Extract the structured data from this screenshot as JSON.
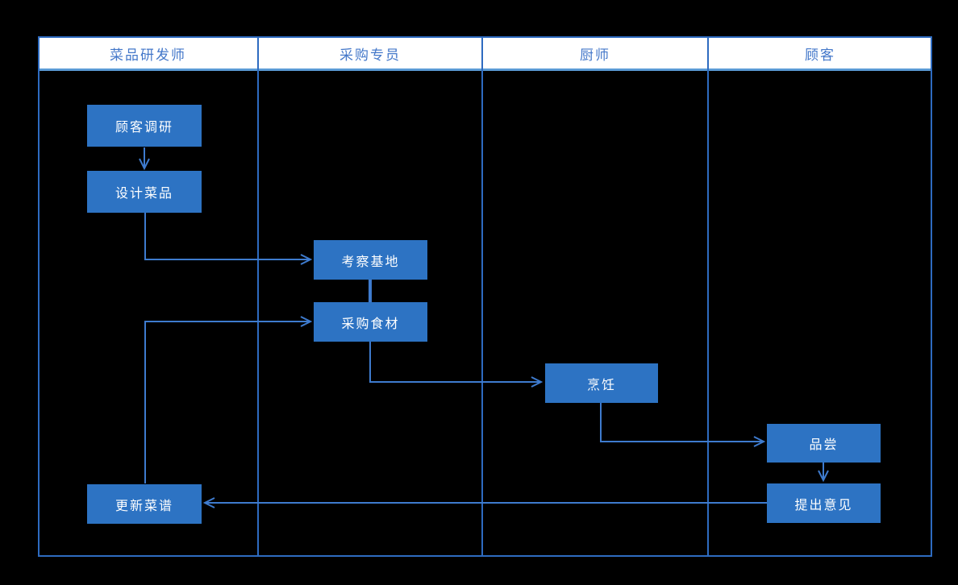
{
  "diagram": {
    "type": "swimlane-flowchart",
    "lanes": [
      {
        "label": "菜品研发师"
      },
      {
        "label": "采购专员"
      },
      {
        "label": "厨师"
      },
      {
        "label": "顾客"
      }
    ],
    "nodes": [
      {
        "id": "customer-research",
        "label": "顾客调研",
        "lane": "菜品研发师"
      },
      {
        "id": "design-dish",
        "label": "设计菜品",
        "lane": "菜品研发师"
      },
      {
        "id": "inspect-base",
        "label": "考察基地",
        "lane": "采购专员"
      },
      {
        "id": "purchase-food",
        "label": "采购食材",
        "lane": "采购专员"
      },
      {
        "id": "cooking",
        "label": "烹饪",
        "lane": "厨师"
      },
      {
        "id": "tasting",
        "label": "品尝",
        "lane": "顾客"
      },
      {
        "id": "give-feedback",
        "label": "提出意见",
        "lane": "顾客"
      },
      {
        "id": "update-recipe",
        "label": "更新菜谱",
        "lane": "菜品研发师"
      }
    ],
    "edges": [
      {
        "from": "顾客调研",
        "to": "设计菜品",
        "arrow": true
      },
      {
        "from": "设计菜品",
        "to": "考察基地",
        "arrow": true
      },
      {
        "from": "考察基地",
        "to": "采购食材",
        "arrow": false
      },
      {
        "from": "更新菜谱",
        "to": "采购食材",
        "arrow": true
      },
      {
        "from": "采购食材",
        "to": "烹饪",
        "arrow": true
      },
      {
        "from": "烹饪",
        "to": "品尝",
        "arrow": true
      },
      {
        "from": "品尝",
        "to": "提出意见",
        "arrow": true
      },
      {
        "from": "提出意见",
        "to": "更新菜谱",
        "arrow": true
      }
    ]
  },
  "colors": {
    "node_fill": "#2d73c3",
    "node_text": "#ffffff",
    "line": "#3e7bce",
    "border": "#2e6bc0",
    "header_line": "#5b9bd5",
    "header_text": "#4377c9",
    "header_bg": "#ffffff",
    "lane_bg": "#000000"
  }
}
